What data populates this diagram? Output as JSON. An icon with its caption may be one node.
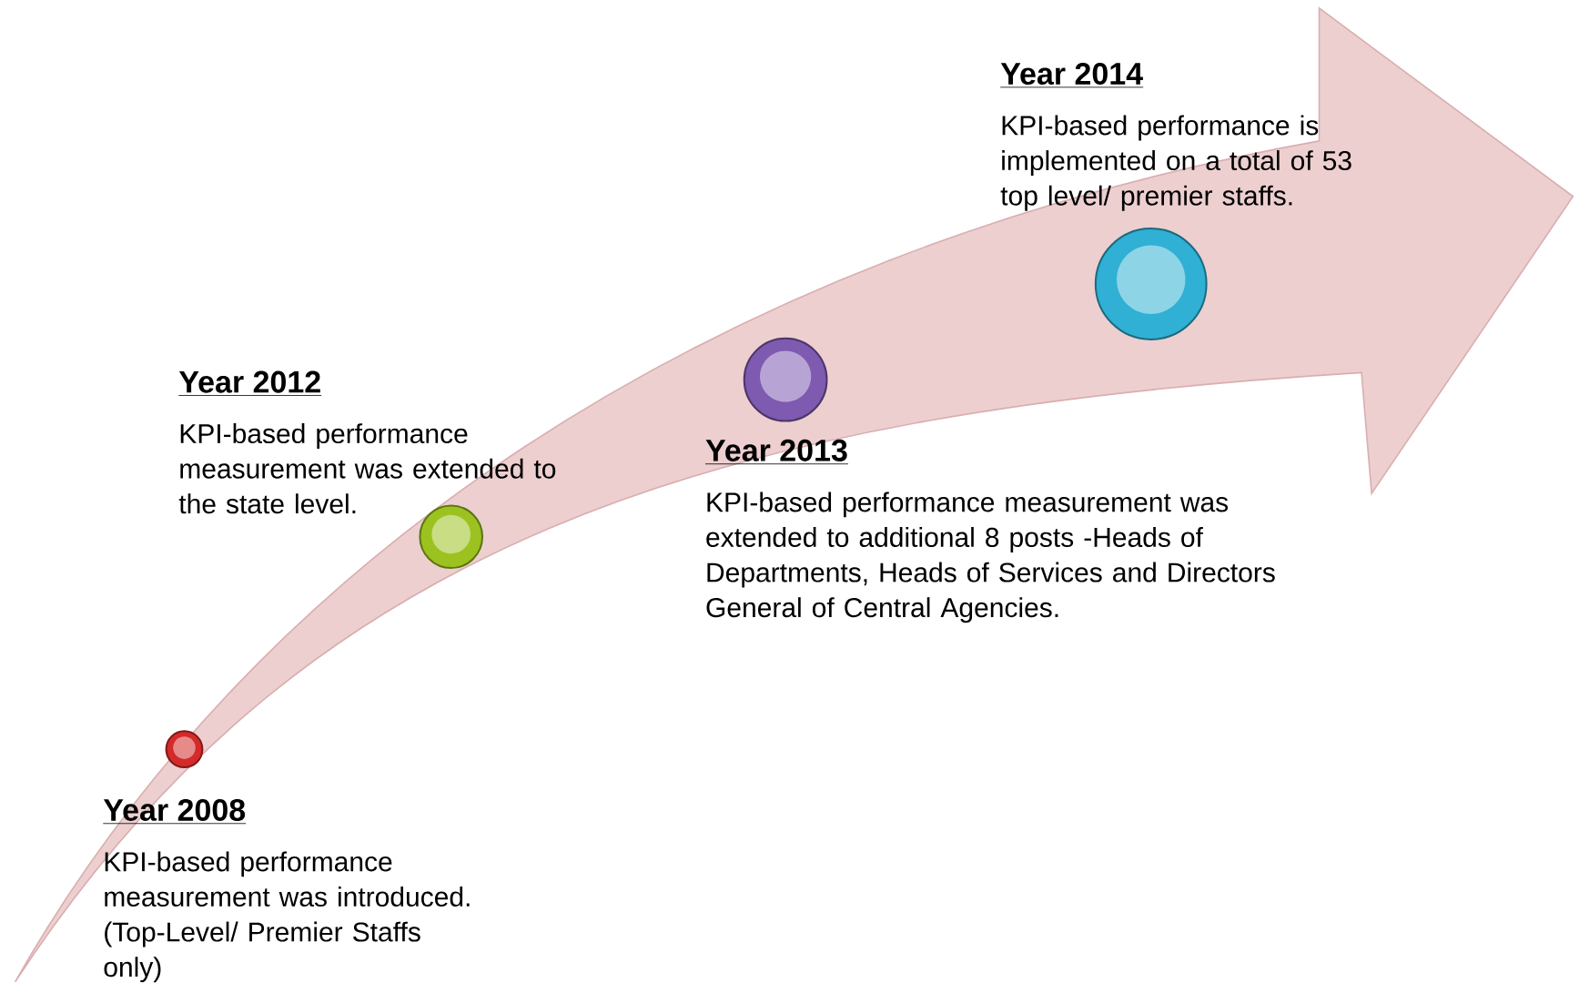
{
  "diagram": {
    "nodes": [
      {
        "text": [],
        "shape": "circle",
        "beside": [
          "Year 2008",
          "KPI-based performance measurement was introduced. (Top-Level/ Premier Staffs only)"
        ]
      },
      {
        "text": [],
        "shape": "circle",
        "beside": [
          "Year 2012",
          "KPI-based performance measurement was extended to the state level."
        ]
      },
      {
        "text": [],
        "shape": "circle",
        "beside": [
          "Year 2013",
          "KPI-based performance measurement was extended to additional 8 posts  -Heads of Departments, Heads of Services and Directors General of Central Agencies."
        ]
      },
      {
        "text": [],
        "shape": "circle",
        "beside": [
          "Year 2014",
          "KPI-based performance is implemented on a total of 53 top level/ premier staffs."
        ]
      }
    ],
    "edges": []
  }
}
